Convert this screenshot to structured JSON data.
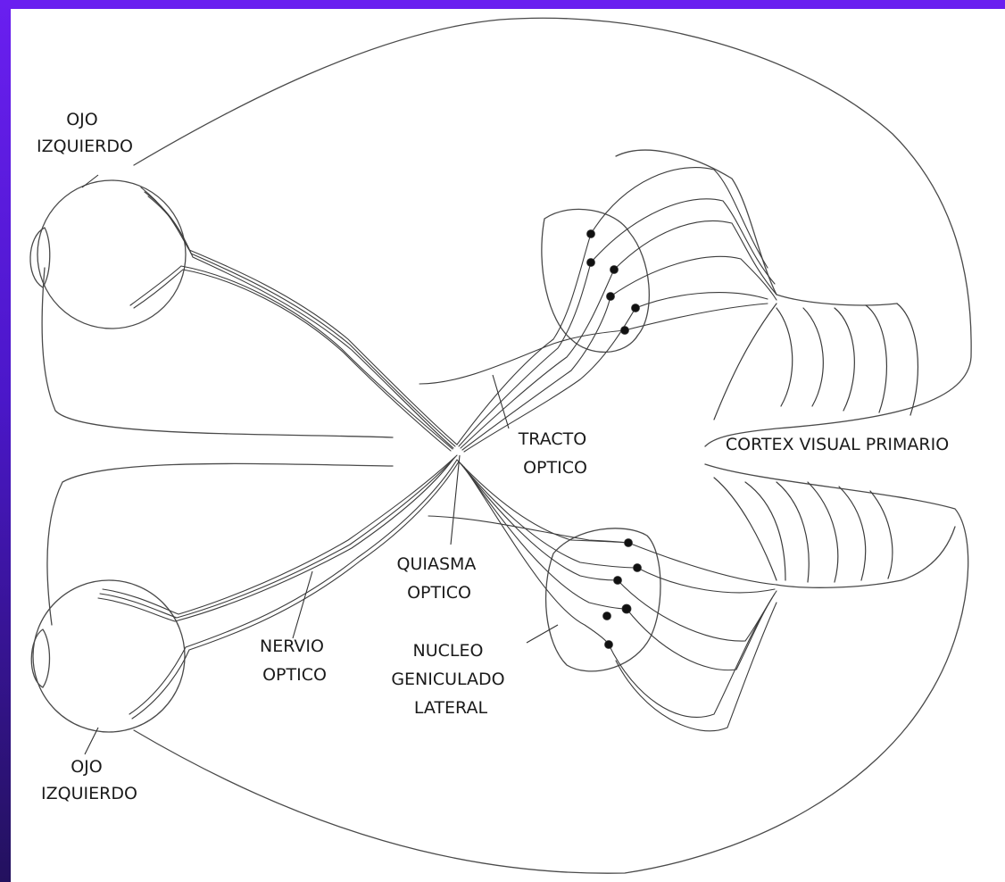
{
  "colors": {
    "frame_top": "#6a1ff0",
    "frame_bottom": "#23115e",
    "background": "#ffffff",
    "lines": "#3c3c3c"
  },
  "labels": {
    "left_eye_top": [
      "OJO",
      "IZQUIERDO"
    ],
    "left_eye_bottom": [
      "OJO",
      "IZQUIERDO"
    ],
    "optic_tract": [
      "TRACTO",
      "OPTICO"
    ],
    "primary_visual_cortex": [
      "CORTEX VISUAL PRIMARIO"
    ],
    "optic_chiasm": [
      "QUIASMA",
      "OPTICO"
    ],
    "optic_nerve": [
      "NERVIO",
      "OPTICO"
    ],
    "lateral_geniculate_nucleus": [
      "NUCLEO",
      "GENICULADO",
      "LATERAL"
    ]
  }
}
